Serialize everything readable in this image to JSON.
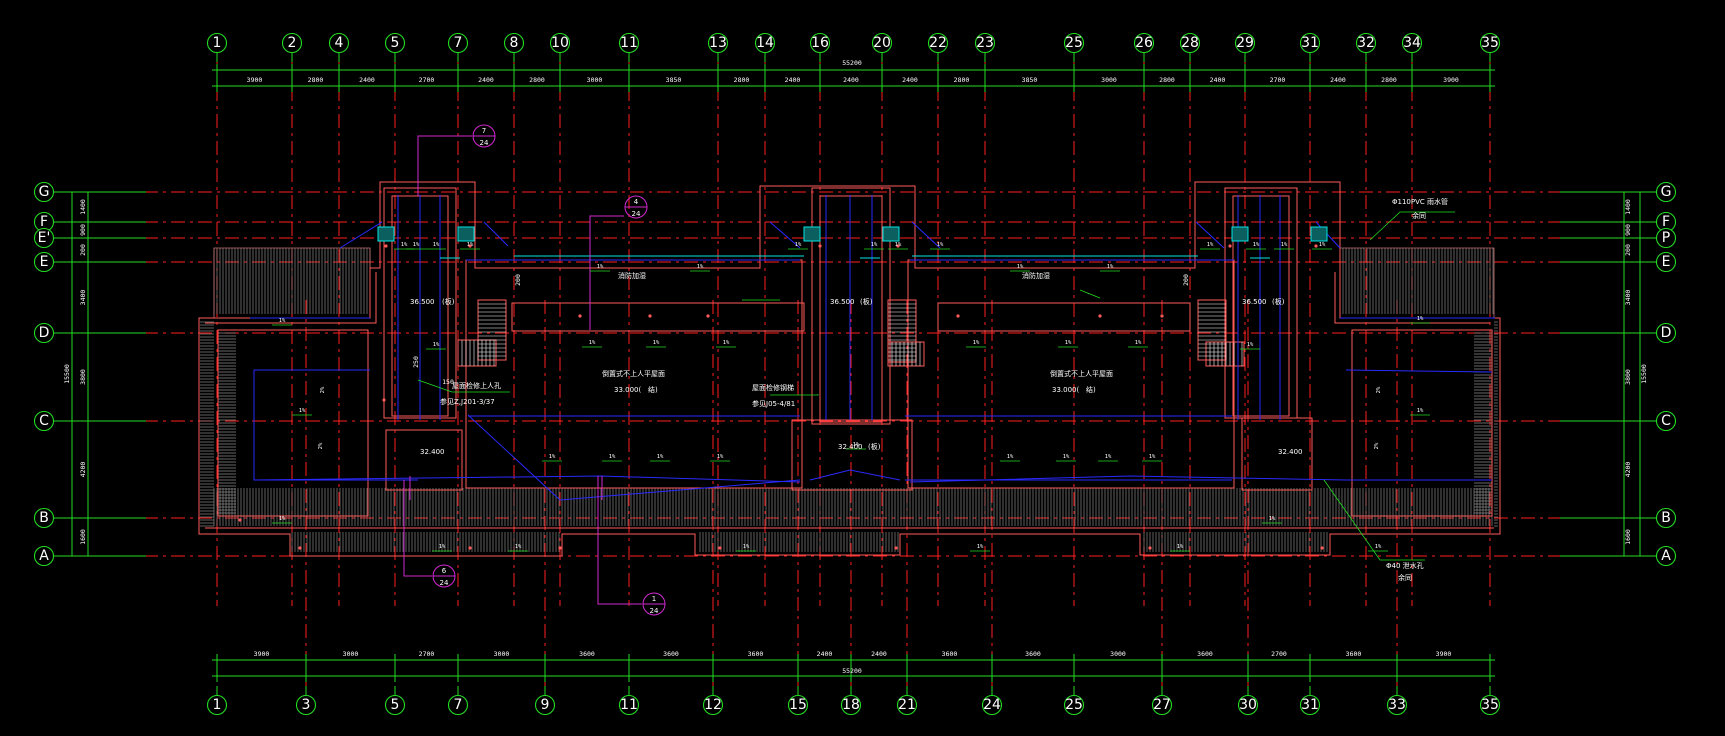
{
  "colors": {
    "background": "#000000",
    "grid_axis": "#ff2020",
    "grid_bubble": "#22dd22",
    "dimension": "#22dd22",
    "outline": "#ff5a5a",
    "wall": "#c87272",
    "hatch": "#8a8a8a",
    "drain": "#2a2aff",
    "section_mark": "#d02ad0",
    "cyan": "#00e5e5",
    "text": "#ffffff"
  },
  "axes_top": [
    "1",
    "2",
    "4",
    "5",
    "7",
    "8",
    "10",
    "11",
    "13",
    "14",
    "16",
    "20",
    "22",
    "23",
    "25",
    "26",
    "28",
    "29",
    "31",
    "32",
    "34",
    "35"
  ],
  "axes_bottom": [
    "1",
    "3",
    "5",
    "7",
    "9",
    "11",
    "12",
    "15",
    "18",
    "21",
    "24",
    "25",
    "27",
    "30",
    "31",
    "33",
    "35"
  ],
  "axes_rows": [
    "G",
    "F",
    "E'",
    "E",
    "D",
    "C",
    "B",
    "A"
  ],
  "axes_rows_right": [
    "G",
    "F",
    "P",
    "E",
    "D",
    "C",
    "B",
    "A"
  ],
  "dims_top_total": "55200",
  "dims_top": [
    "3900",
    "2800",
    "2400",
    "2700",
    "2400",
    "2800",
    "3000",
    "3850",
    "2800",
    "2400",
    "2400",
    "2400",
    "2800",
    "3850",
    "3000",
    "2800",
    "2400",
    "2700",
    "2400",
    "2800",
    "3900"
  ],
  "dims_bottom_total": "55200",
  "dims_bottom": [
    "3900",
    "3000",
    "2700",
    "3000",
    "3600",
    "3600",
    "3600",
    "2400",
    "2400",
    "3600",
    "3600",
    "3000",
    "3600",
    "2700",
    "3600",
    "3900"
  ],
  "dims_left": [
    "1400",
    "900",
    "200",
    "3400",
    "3800",
    "4200",
    "1600"
  ],
  "dims_left_total": "15500",
  "dims_right": [
    "1400",
    "900",
    "200",
    "3400",
    "3800",
    "4200",
    "1600"
  ],
  "dims_right_total": "15500",
  "section_marks": [
    {
      "num": "7",
      "sheet": "24"
    },
    {
      "num": "4",
      "sheet": "24"
    },
    {
      "num": "6",
      "sheet": "24"
    },
    {
      "num": "1",
      "sheet": "24"
    }
  ],
  "labels": {
    "elev_left": "36.500",
    "elev_left_tag": "(板)",
    "elev_mid": "36.500",
    "elev_mid_tag": "(板)",
    "elev_right": "36.500",
    "elev_right_tag": "(板)",
    "roof_left": "倒置式不上人平屋面",
    "roof_left_elev": "33.000(",
    "roof_left_elev_tag": "结)",
    "roof_right": "倒置式不上人平屋面",
    "roof_right_elev": "33.000(",
    "roof_right_elev_tag": "结)",
    "hatch_note": "屋面检修上人孔",
    "hatch_ref": "参见Z,J201-3/37",
    "ladder_note": "屋面检修钢梯",
    "ladder_ref": "参见J05-4/81",
    "gutter_left": "消防加湿",
    "gutter_right": "消防加湿",
    "low_left": "32.400",
    "low_mid": "32.400",
    "low_mid_tag": "(板)",
    "low_right": "32.400",
    "pipe_note": "Φ110PVC  雨水管",
    "pipe_sub": "余同",
    "drain_note": "Φ40  泄水孔",
    "drain_sub": "余同",
    "slope": "1%",
    "slope2": "2%",
    "dim_150": "150",
    "dim_200": "200",
    "dim_250": "250"
  }
}
